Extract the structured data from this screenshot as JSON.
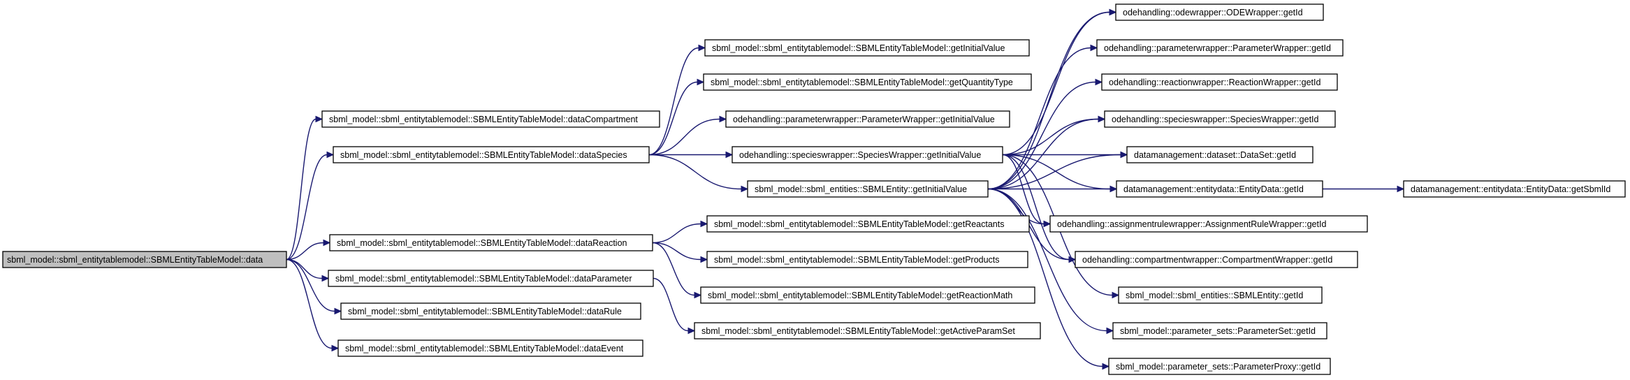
{
  "graph": {
    "edge_color": "#191970",
    "nodes": [
      {
        "id": "root",
        "label": "sbml_model::sbml_entitytablemodel::SBMLEntityTableModel::data",
        "highlight": true
      },
      {
        "id": "dataCompartment",
        "label": "sbml_model::sbml_entitytablemodel::SBMLEntityTableModel::dataCompartment"
      },
      {
        "id": "dataSpecies",
        "label": "sbml_model::sbml_entitytablemodel::SBMLEntityTableModel::dataSpecies"
      },
      {
        "id": "dataReaction",
        "label": "sbml_model::sbml_entitytablemodel::SBMLEntityTableModel::dataReaction"
      },
      {
        "id": "dataParameter",
        "label": "sbml_model::sbml_entitytablemodel::SBMLEntityTableModel::dataParameter"
      },
      {
        "id": "dataRule",
        "label": "sbml_model::sbml_entitytablemodel::SBMLEntityTableModel::dataRule"
      },
      {
        "id": "dataEvent",
        "label": "sbml_model::sbml_entitytablemodel::SBMLEntityTableModel::dataEvent"
      },
      {
        "id": "getInitialValueTM",
        "label": "sbml_model::sbml_entitytablemodel::SBMLEntityTableModel::getInitialValue"
      },
      {
        "id": "getQuantityType",
        "label": "sbml_model::sbml_entitytablemodel::SBMLEntityTableModel::getQuantityType"
      },
      {
        "id": "pwGetInitialValue",
        "label": "odehandling::parameterwrapper::ParameterWrapper::getInitialValue"
      },
      {
        "id": "swGetInitialValue",
        "label": "odehandling::specieswrapper::SpeciesWrapper::getInitialValue"
      },
      {
        "id": "entGetInitialValue",
        "label": "sbml_model::sbml_entities::SBMLEntity::getInitialValue"
      },
      {
        "id": "getReactants",
        "label": "sbml_model::sbml_entitytablemodel::SBMLEntityTableModel::getReactants"
      },
      {
        "id": "getProducts",
        "label": "sbml_model::sbml_entitytablemodel::SBMLEntityTableModel::getProducts"
      },
      {
        "id": "getReactionMath",
        "label": "sbml_model::sbml_entitytablemodel::SBMLEntityTableModel::getReactionMath"
      },
      {
        "id": "getActiveParamSet",
        "label": "sbml_model::sbml_entitytablemodel::SBMLEntityTableModel::getActiveParamSet"
      },
      {
        "id": "odeGetId",
        "label": "odehandling::odewrapper::ODEWrapper::getId"
      },
      {
        "id": "pwGetId",
        "label": "odehandling::parameterwrapper::ParameterWrapper::getId"
      },
      {
        "id": "rwGetId",
        "label": "odehandling::reactionwrapper::ReactionWrapper::getId"
      },
      {
        "id": "swGetId",
        "label": "odehandling::specieswrapper::SpeciesWrapper::getId"
      },
      {
        "id": "dsGetId",
        "label": "datamanagement::dataset::DataSet::getId"
      },
      {
        "id": "edGetId",
        "label": "datamanagement::entitydata::EntityData::getId"
      },
      {
        "id": "edGetSbmlId",
        "label": "datamanagement::entitydata::EntityData::getSbmlId"
      },
      {
        "id": "arwGetId",
        "label": "odehandling::assignmentrulewrapper::AssignmentRuleWrapper::getId"
      },
      {
        "id": "cwGetId",
        "label": "odehandling::compartmentwrapper::CompartmentWrapper::getId"
      },
      {
        "id": "entGetId",
        "label": "sbml_model::sbml_entities::SBMLEntity::getId"
      },
      {
        "id": "psGetId",
        "label": "sbml_model::parameter_sets::ParameterSet::getId"
      },
      {
        "id": "ppGetId",
        "label": "sbml_model::parameter_sets::ParameterProxy::getId"
      }
    ],
    "edges": [
      [
        "root",
        "dataCompartment"
      ],
      [
        "root",
        "dataSpecies"
      ],
      [
        "root",
        "dataReaction"
      ],
      [
        "root",
        "dataParameter"
      ],
      [
        "root",
        "dataRule"
      ],
      [
        "root",
        "dataEvent"
      ],
      [
        "dataSpecies",
        "getInitialValueTM"
      ],
      [
        "dataSpecies",
        "getQuantityType"
      ],
      [
        "dataSpecies",
        "pwGetInitialValue"
      ],
      [
        "dataSpecies",
        "swGetInitialValue"
      ],
      [
        "dataSpecies",
        "entGetInitialValue"
      ],
      [
        "dataReaction",
        "getReactants"
      ],
      [
        "dataReaction",
        "getProducts"
      ],
      [
        "dataReaction",
        "getReactionMath"
      ],
      [
        "dataParameter",
        "getActiveParamSet"
      ],
      [
        "swGetInitialValue",
        "odeGetId"
      ],
      [
        "swGetInitialValue",
        "swGetId"
      ],
      [
        "swGetInitialValue",
        "dsGetId"
      ],
      [
        "swGetInitialValue",
        "edGetId"
      ],
      [
        "swGetInitialValue",
        "arwGetId"
      ],
      [
        "swGetInitialValue",
        "cwGetId"
      ],
      [
        "swGetInitialValue",
        "entGetId"
      ],
      [
        "entGetInitialValue",
        "odeGetId"
      ],
      [
        "entGetInitialValue",
        "pwGetId"
      ],
      [
        "entGetInitialValue",
        "rwGetId"
      ],
      [
        "entGetInitialValue",
        "swGetId"
      ],
      [
        "entGetInitialValue",
        "dsGetId"
      ],
      [
        "entGetInitialValue",
        "edGetId"
      ],
      [
        "entGetInitialValue",
        "arwGetId"
      ],
      [
        "entGetInitialValue",
        "cwGetId"
      ],
      [
        "entGetInitialValue",
        "psGetId"
      ],
      [
        "entGetInitialValue",
        "ppGetId"
      ],
      [
        "edGetId",
        "edGetSbmlId"
      ]
    ]
  }
}
